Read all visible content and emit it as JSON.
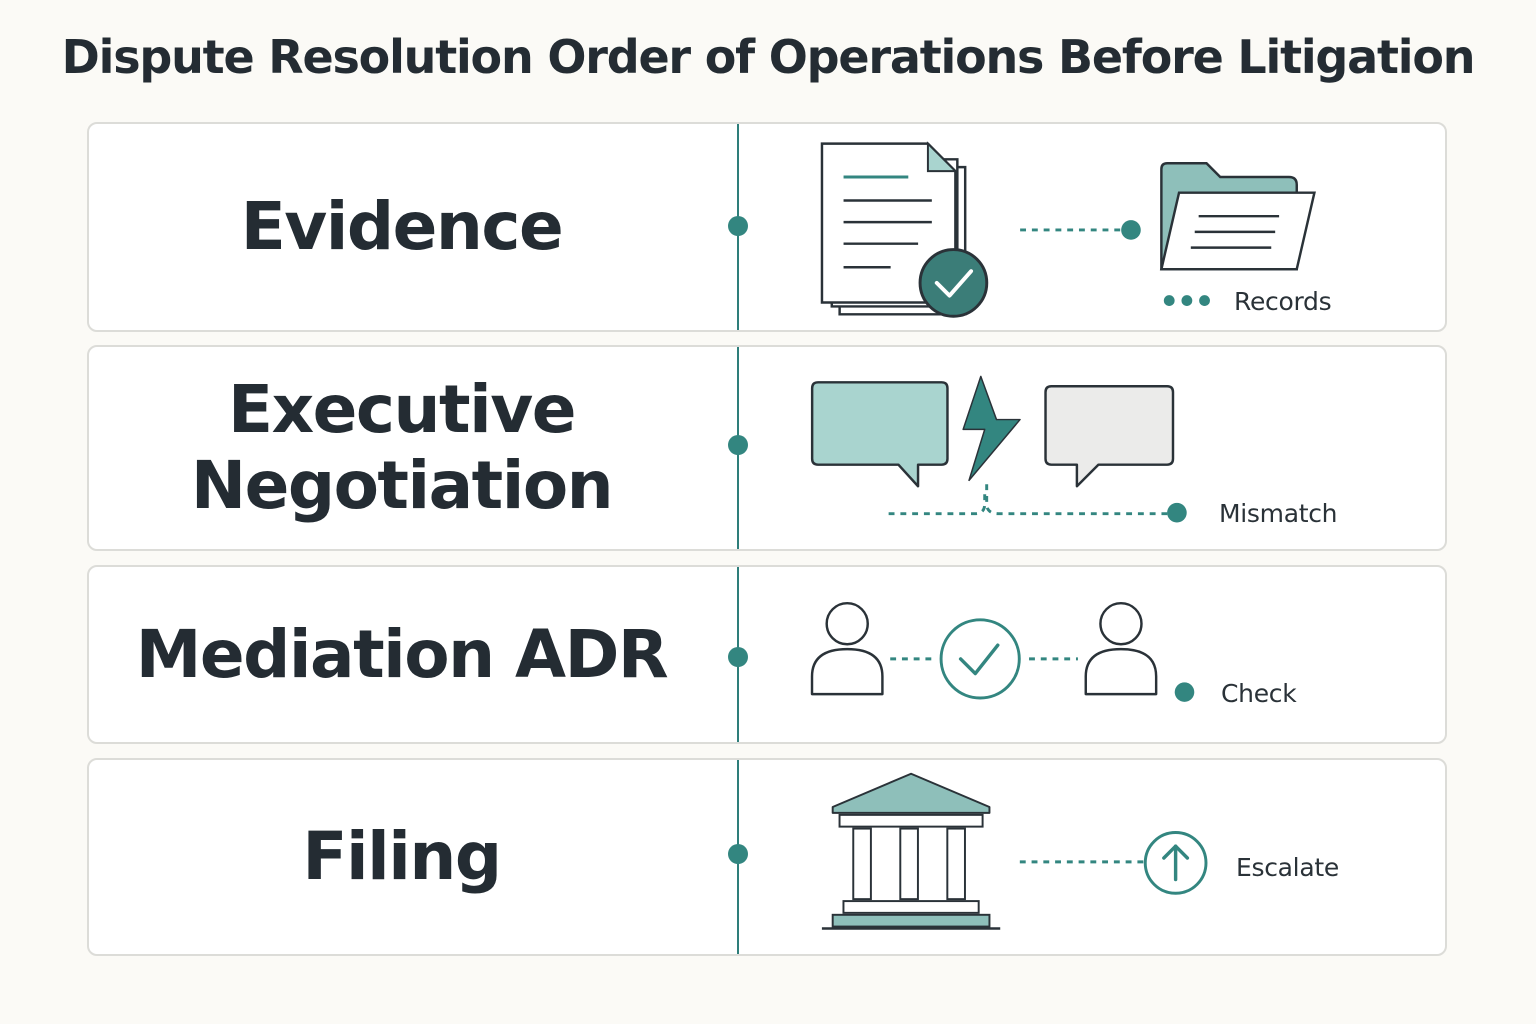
{
  "title": "Dispute Resolution Order of Operations Before Litigation",
  "colors": {
    "teal": "#338680",
    "teal_light": "#a9d4cf",
    "teal_mid": "#8ebfba",
    "dark": "#2a3238",
    "divider": "#2e7e7a"
  },
  "steps": [
    {
      "label_lines": [
        "Evidence"
      ],
      "tag": "Records",
      "icons": [
        "document-stack-icon",
        "check-badge-icon",
        "folder-icon",
        "dots-icon"
      ]
    },
    {
      "label_lines": [
        "Executive",
        "Negotiation"
      ],
      "tag": "Mismatch",
      "icons": [
        "speech-bubble-teal-icon",
        "lightning-icon",
        "speech-bubble-gray-icon"
      ]
    },
    {
      "label_lines": [
        "Mediation ADR"
      ],
      "tag": "Check",
      "icons": [
        "person-left-icon",
        "check-circle-icon",
        "person-right-icon"
      ]
    },
    {
      "label_lines": [
        "Filing"
      ],
      "tag": "Escalate",
      "icons": [
        "courthouse-icon",
        "arrow-up-circle-icon"
      ]
    }
  ]
}
